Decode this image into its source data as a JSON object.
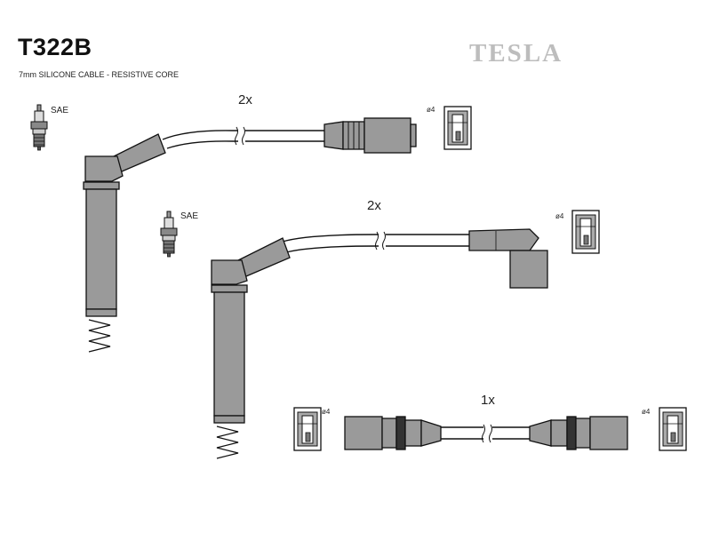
{
  "header": {
    "part_code": "T322B",
    "description": "7mm SILICONE CABLE - RESISTIVE CORE",
    "brand": "TESLA"
  },
  "components": {
    "lead_upper": {
      "quantity": "2x",
      "plug_standard": "SAE",
      "terminal_diameter": "ø4"
    },
    "lead_middle": {
      "quantity": "2x",
      "plug_standard": "SAE",
      "terminal_diameter": "ø4"
    },
    "lead_lower": {
      "quantity": "1x",
      "terminal_left": "ø4",
      "terminal_right": "ø4"
    }
  },
  "colors": {
    "line": "#1a1a1a",
    "body": "#9a9a9a",
    "cable": "#ffffff",
    "brand": "#bdbdbd"
  }
}
